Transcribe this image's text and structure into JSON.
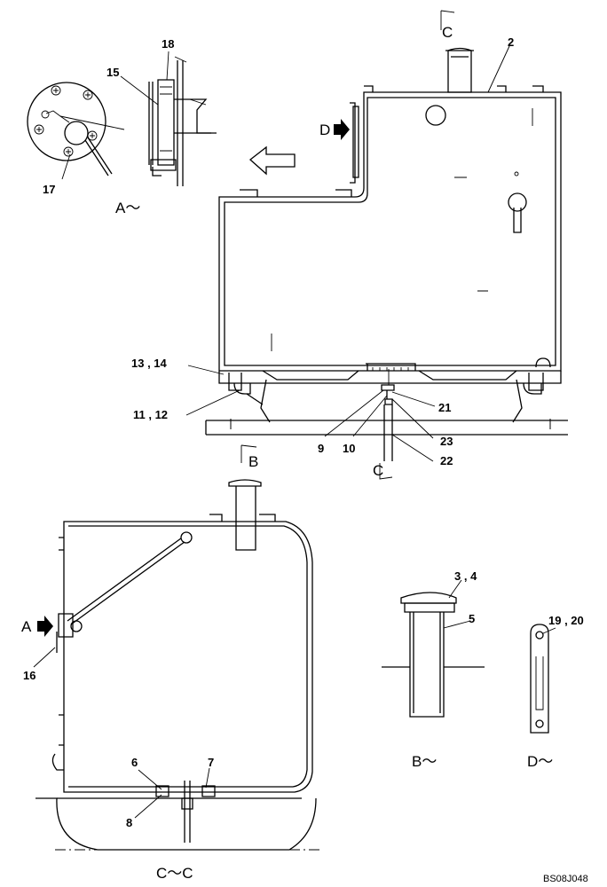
{
  "drawing_code": "BS08J048",
  "section_marks": {
    "top_c": "C",
    "bottom_c": "C",
    "b": "B"
  },
  "arrow_labels": {
    "d": "D",
    "a": "A"
  },
  "view_titles": {
    "a": "A～",
    "b": "B～",
    "d": "D～",
    "cc": "C～C"
  },
  "callouts": {
    "c18": "18",
    "c15": "15",
    "c17": "17",
    "c2": "2",
    "c13_14": "13 , 14",
    "c11_12": "11 , 12",
    "c21": "21",
    "c9": "9",
    "c10": "10",
    "c23": "23",
    "c22": "22",
    "c3_4": "3 , 4",
    "c5": "5",
    "c19_20": "19 , 20",
    "c16": "16",
    "c6": "6",
    "c7": "7",
    "c8": "8"
  }
}
